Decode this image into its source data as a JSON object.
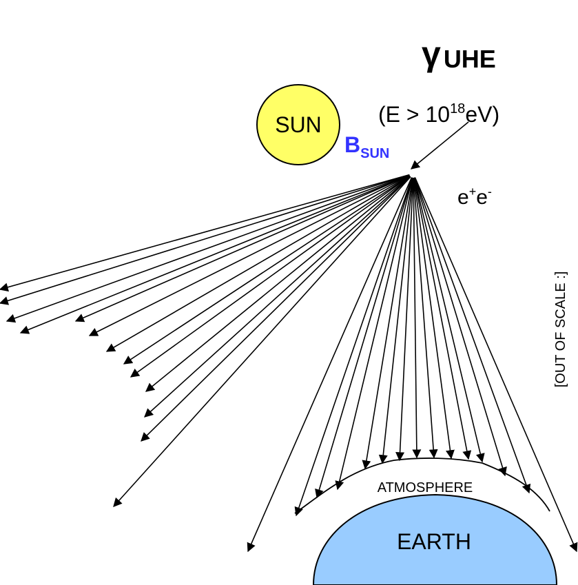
{
  "labels": {
    "gamma_symbol": "γ",
    "gamma_subscript": "UHE",
    "energy_prefix": "(E > 10",
    "energy_exponent": "18",
    "energy_suffix": "eV)",
    "sun": "SUN",
    "bsun_main": "B",
    "bsun_subscript": "SUN",
    "pair_e1": "e",
    "pair_sup1": "+",
    "pair_e2": "e",
    "pair_sup2": "-",
    "atmosphere": "ATMOSPHERE",
    "earth": "EARTH",
    "scale_note": "[OUT OF SCALE :]"
  },
  "colors": {
    "sun_fill": "#ffff66",
    "earth_fill": "#99ccff",
    "bsun_text": "#3333ff",
    "line": "#000000"
  }
}
